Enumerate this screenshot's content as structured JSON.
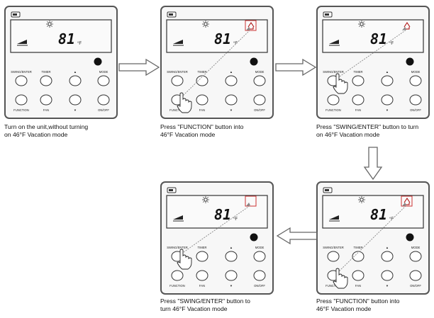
{
  "remote": {
    "temperature": "81",
    "unit": "°F",
    "buttons_row1": [
      "SWING/ENTER",
      "TIMER",
      "▲",
      "MODE"
    ],
    "buttons_row2": [
      "FUNCTION",
      "FAN",
      "▼",
      "ON/OFF"
    ]
  },
  "steps": [
    {
      "caption_line1": "Turn on the unit,without turning",
      "caption_line2": "on 46°F Vacation mode",
      "highlight": "none",
      "vacation_icon": false,
      "icon_box": false
    },
    {
      "caption_line1": "Press \"FUNCTION\" button into",
      "caption_line2": "46°F Vacation mode",
      "highlight": "function",
      "vacation_icon": true,
      "icon_box": true
    },
    {
      "caption_line1": "Press \"SWING/ENTER\" button to turn",
      "caption_line2": "on 46°F Vacation mode",
      "highlight": "swing",
      "vacation_icon": true,
      "icon_box": false
    },
    {
      "caption_line1": "Press \"FUNCTION\" button into",
      "caption_line2": "46°F Vacation mode",
      "highlight": "function",
      "vacation_icon": true,
      "icon_box": true
    },
    {
      "caption_line1": "Press \"SWING/ENTER\" button to",
      "caption_line2": "turn 46°F Vacation mode",
      "highlight": "swing",
      "vacation_icon": false,
      "icon_box": true
    }
  ]
}
